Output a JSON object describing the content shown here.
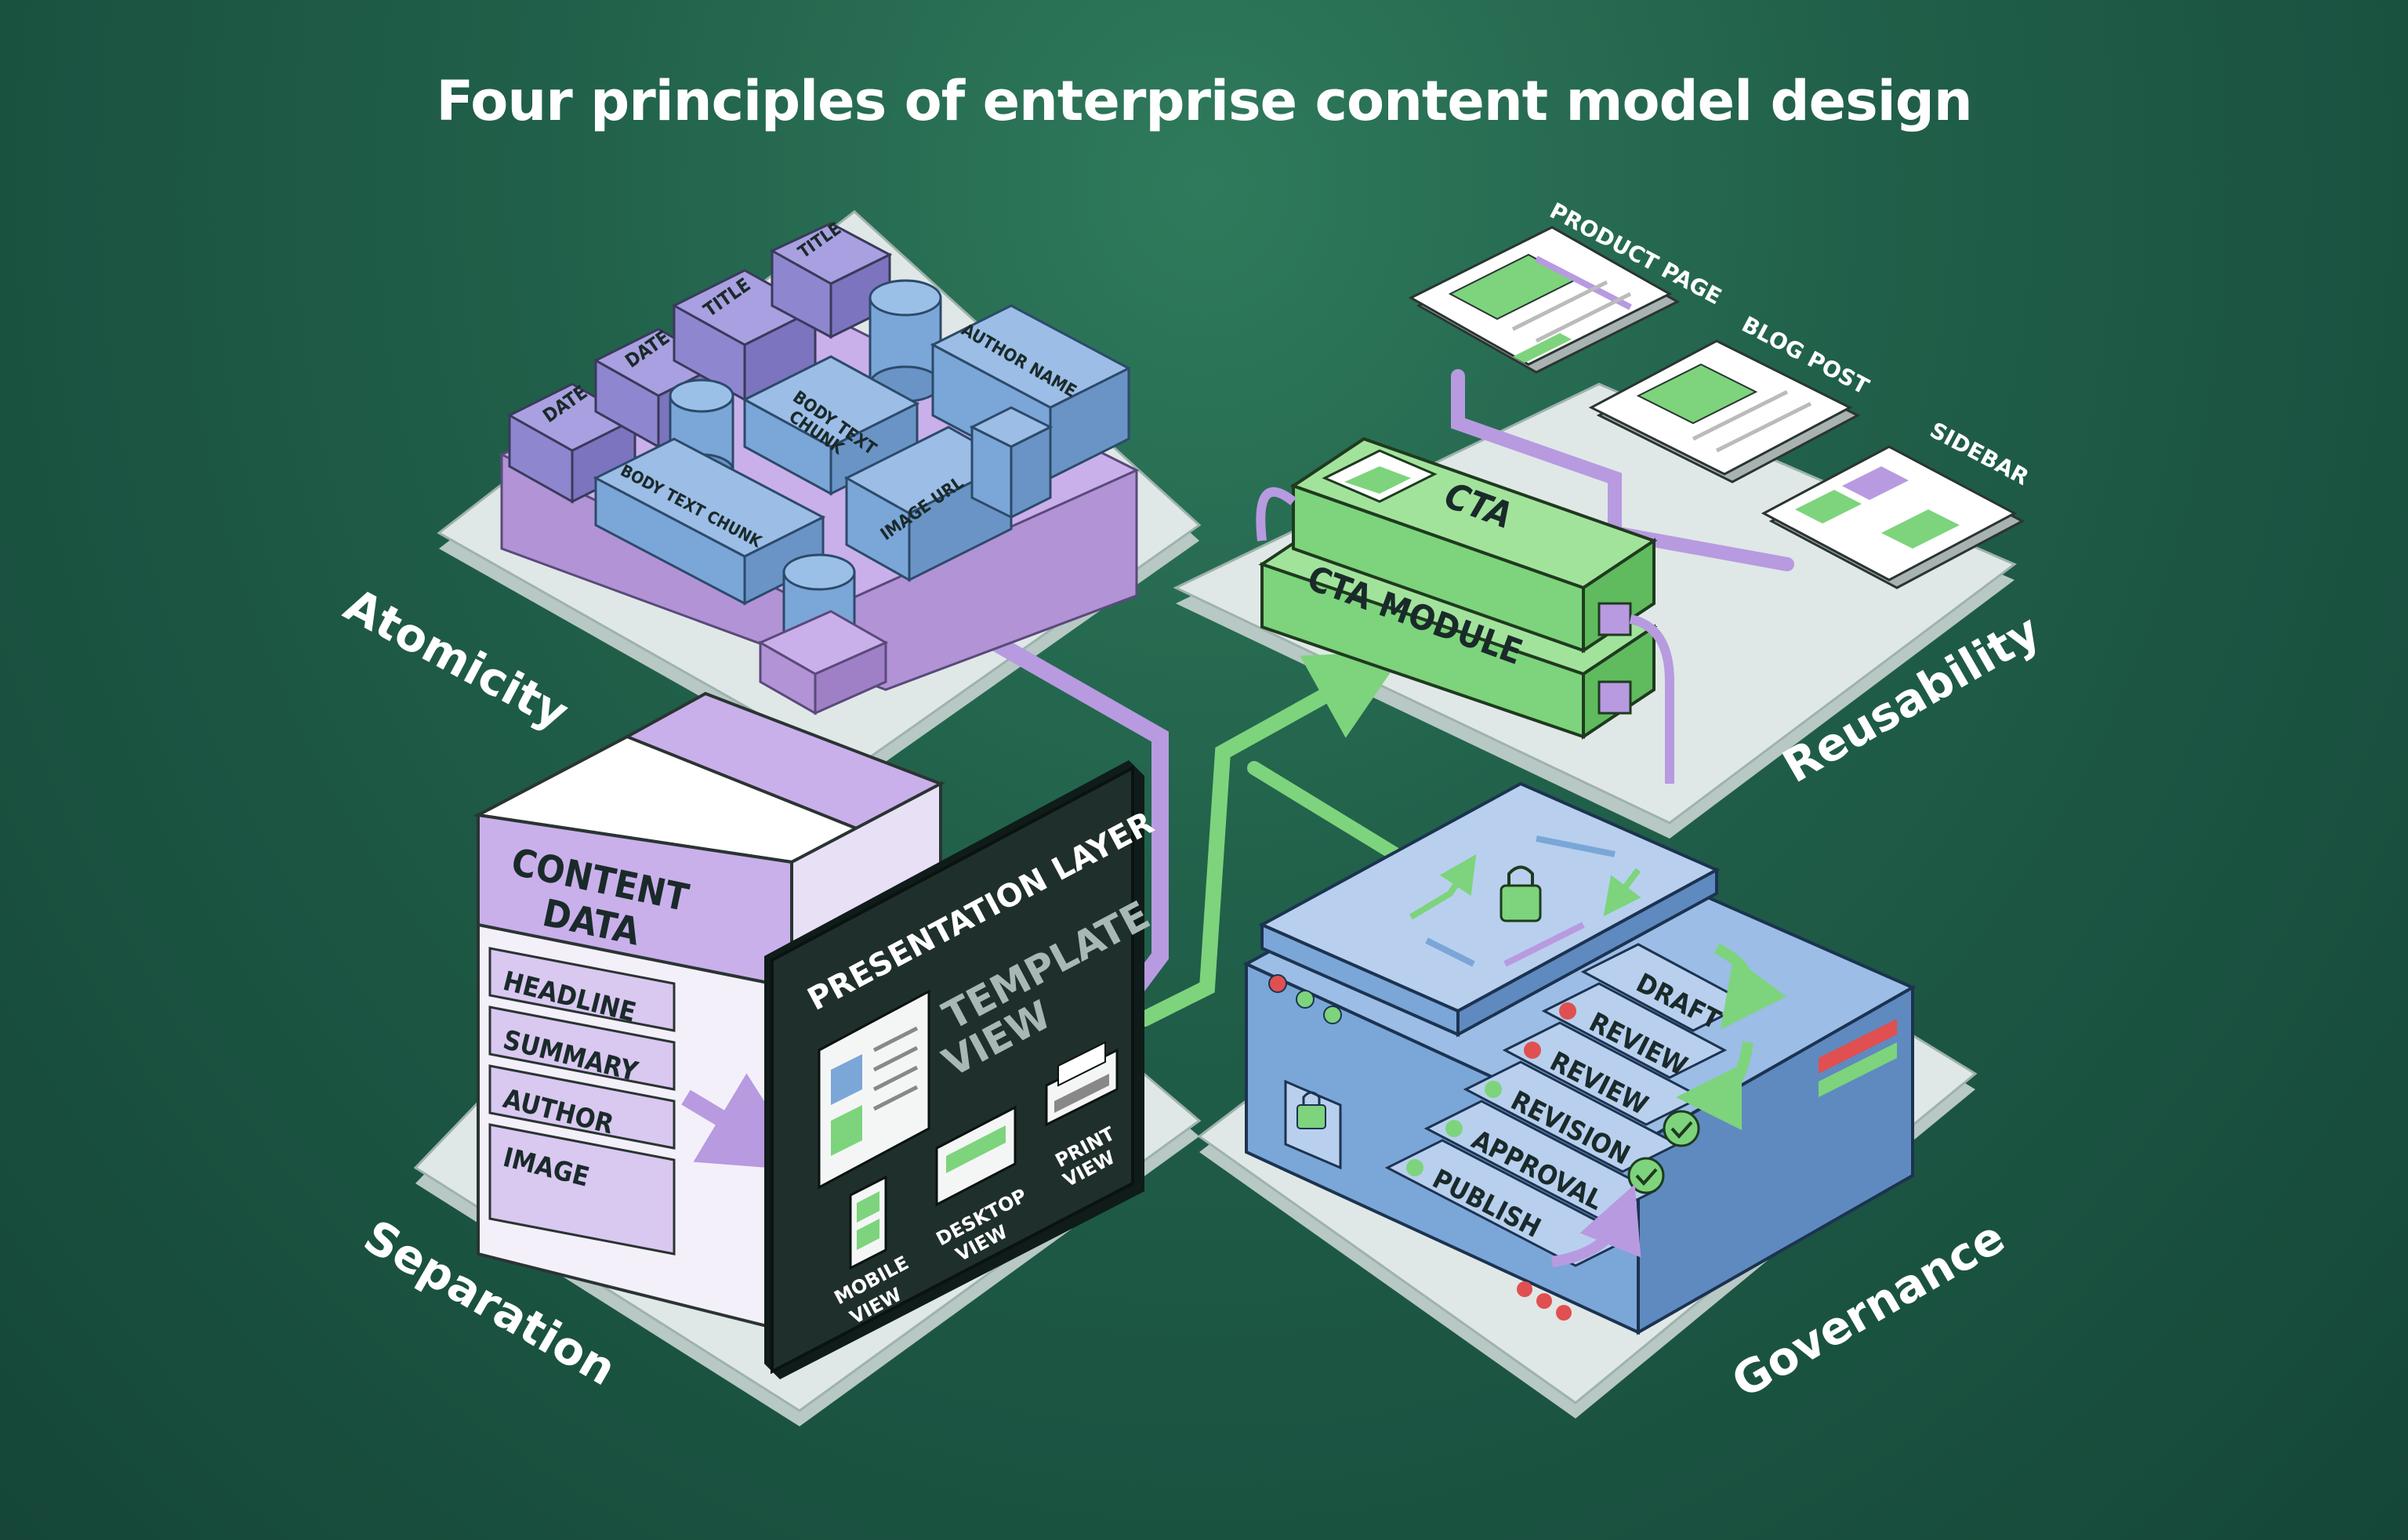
{
  "title": "Four principles of enterprise content model design",
  "principles": {
    "atomicity": "Atomicity",
    "reusability": "Reusability",
    "separation": "Separation",
    "governance": "Governance"
  },
  "atomicity_blocks": {
    "date_1": "DATE",
    "date_2": "DATE",
    "title_1": "TITLE",
    "title_2": "TITLE",
    "body_text_chunk_top": "BODY TEXT",
    "body_text_chunk_top_2": "CHUNK",
    "author_name": "AUTHOR NAME",
    "body_text_chunk": "BODY TEXT CHUNK",
    "image_url": "IMAGE URL"
  },
  "reusability": {
    "cta": "CTA",
    "cta_module": "CTA MODULE",
    "product_page": "PRODUCT PAGE",
    "blog_post": "BLOG POST",
    "sidebar": "SIDEBAR"
  },
  "separation": {
    "content_data_1": "CONTENT",
    "content_data_2": "DATA",
    "fields": [
      "HEADLINE",
      "SUMMARY",
      "AUTHOR",
      "IMAGE"
    ],
    "presentation_layer": "PRESENTATION LAYER",
    "template_view_1": "TEMPLATE",
    "template_view_2": "VIEW",
    "mobile_1": "MOBILE",
    "mobile_2": "VIEW",
    "desktop_1": "DESKTOP",
    "desktop_2": "VIEW",
    "print_1": "PRINT",
    "print_2": "VIEW"
  },
  "governance": {
    "steps": [
      "DRAFT",
      "REVIEW",
      "REVIEW",
      "REVISION",
      "APPROVAL",
      "PUBLISH"
    ]
  },
  "colors": {
    "purple": "#b89ae0",
    "blue": "#7ba6d8",
    "green": "#7dd47c",
    "dark": "#1f2f2b",
    "platform": "#dfe8e6"
  }
}
